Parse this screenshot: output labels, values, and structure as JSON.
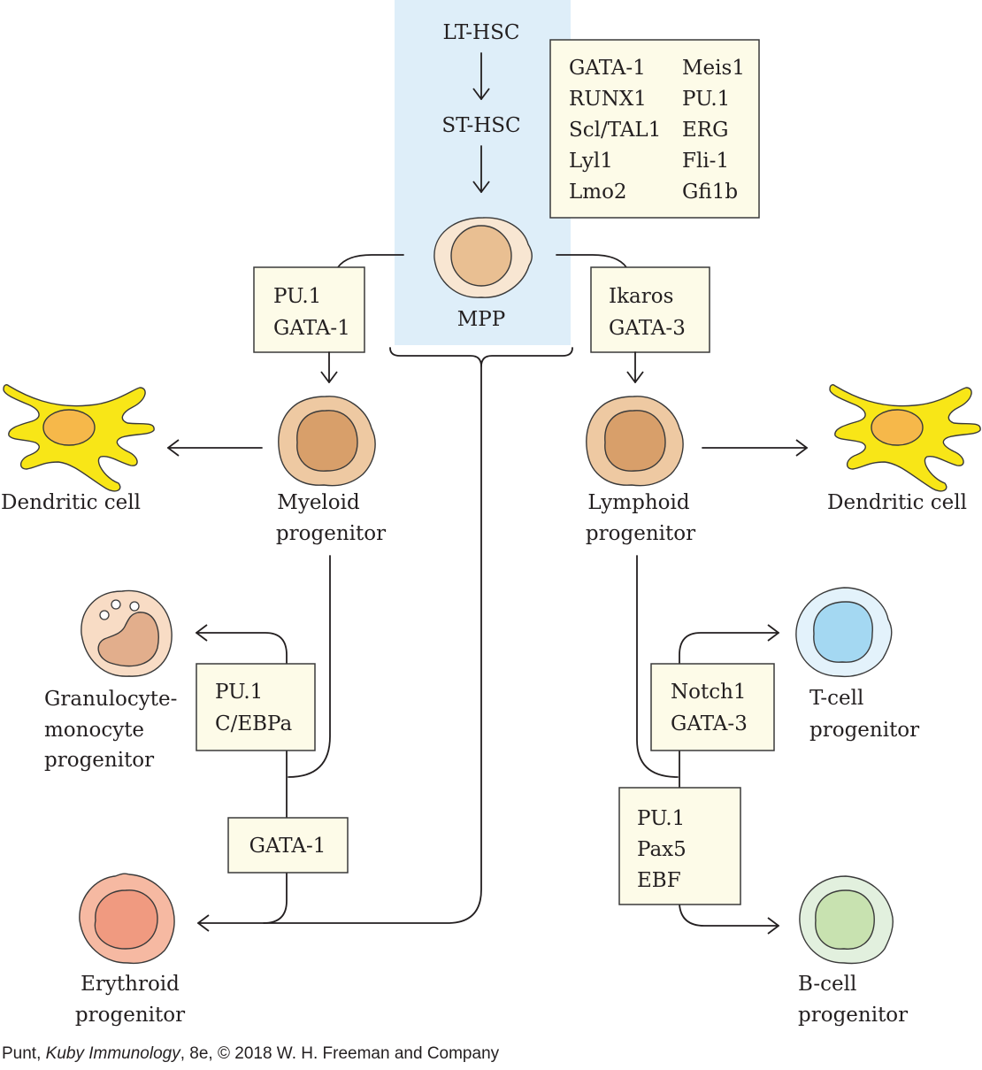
{
  "stem_region": {
    "stages": [
      "LT-HSC",
      "ST-HSC"
    ],
    "mpp_label": "MPP"
  },
  "tf_boxes": {
    "stem": {
      "col1": [
        "GATA-1",
        "RUNX1",
        "Scl/TAL1",
        "Lyl1",
        "Lmo2"
      ],
      "col2": [
        "Meis1",
        "PU.1",
        "ERG",
        "Fli-1",
        "Gfi1b"
      ]
    },
    "myeloid_branch": [
      "PU.1",
      "GATA-1"
    ],
    "lymphoid_branch": [
      "Ikaros",
      "GATA-3"
    ],
    "granulocyte_monocyte": [
      "PU.1",
      "C/EBPa"
    ],
    "erythroid": [
      "GATA-1"
    ],
    "t_cell": [
      "Notch1",
      "GATA-3"
    ],
    "b_cell": [
      "PU.1",
      "Pax5",
      "EBF"
    ]
  },
  "cells": {
    "dendritic_left": [
      "Dendritic cell"
    ],
    "myeloid": [
      "Myeloid",
      "progenitor"
    ],
    "lymphoid": [
      "Lymphoid",
      "progenitor"
    ],
    "dendritic_right": [
      "Dendritic cell"
    ],
    "granulocyte_monocyte": [
      "Granulocyte-",
      "monocyte",
      "progenitor"
    ],
    "erythroid": [
      "Erythroid",
      "progenitor"
    ],
    "t_cell": [
      "T-cell",
      "progenitor"
    ],
    "b_cell": [
      "B-cell",
      "progenitor"
    ]
  },
  "colors": {
    "stem_bg": "#deeef9",
    "box_fill": "#fdfbe8",
    "mpp_outer": "#f8e6d2",
    "mpp_nucleus": "#e9bf92",
    "progenitor_outer": "#eec9a2",
    "progenitor_nucleus": "#d89f6a",
    "dendritic_body": "#f8e617",
    "dendritic_nucleus": "#f6b84a",
    "gm_outer": "#f8dcc5",
    "gm_nucleus": "#e2ae8c",
    "erythroid_outer": "#f6b9a2",
    "erythroid_nucleus": "#f09a80",
    "t_outer": "#e3f2fb",
    "t_nucleus": "#a4d8f2",
    "b_outer": "#e2f0de",
    "b_nucleus": "#c8e2b0"
  },
  "credit": {
    "author": "Punt, ",
    "title": "Kuby Immunology",
    "rest": ", 8e, © 2018 W. H. Freeman and Company"
  }
}
